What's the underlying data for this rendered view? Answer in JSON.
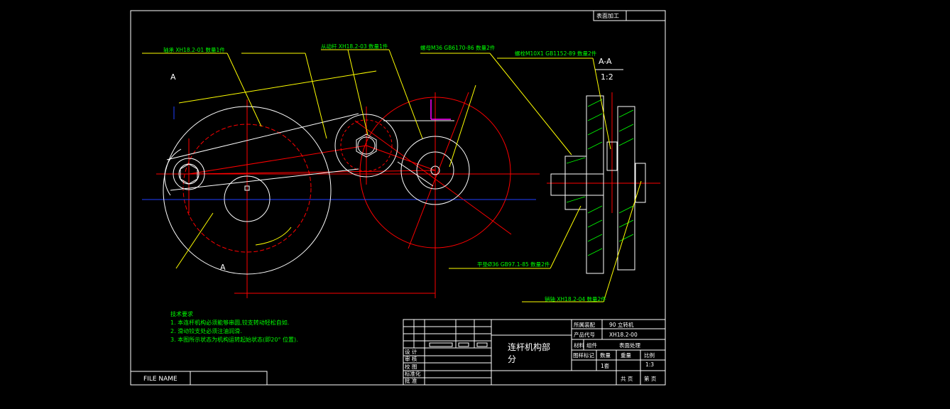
{
  "drawing": {
    "surface_label": "表面加工",
    "section_label": "A-A",
    "section_scale": "1:2",
    "view_marker_a": "A",
    "file_label": "FILE NAME",
    "callouts": {
      "c1": "轴承 XH18.2-01 数量1件",
      "c2": "从动杆 XH18.2-03 数量1件",
      "c3": "螺母M36 GB6170-86 数量2件",
      "c4": "螺栓M10X1 GB1152-89 数量2件",
      "c5": "平垫Ø36 GB97.1-85 数量2件",
      "c6": "销轴 XH18.2-04 数量2件"
    },
    "tech": {
      "title": "技术要求",
      "line1": "1. 本连杆机构必须能够串圆,铰支转动轻松自如.",
      "line2": "2. 滑动铰支处必须注油润滑.",
      "line3": "3. 本图所示状态为机构运转起始状态(即20° 位置)."
    },
    "title_block": {
      "name_line1": "连杆机构部",
      "name_line2": "分",
      "belongs_label": "所属装配",
      "belongs_value": "90 立转机",
      "product_code_label": "产品代号",
      "product_code_value": "XH18.2-00",
      "material_label": "材料",
      "material_value": "组件",
      "surface_treatment": "表面处理",
      "hardness_label": "图样标记",
      "qty_label": "数量",
      "weight_label": "重量",
      "scale_label": "比例",
      "qty_value": "1套",
      "scale_value": "1:3",
      "design": "设 计",
      "draw": "审 核",
      "check": "校 图",
      "standard": "标准化",
      "approve": "批 准",
      "total_sheets": "共 页",
      "sheet_no": "第 页"
    }
  },
  "colors": {
    "background": "#000000",
    "frame": "#ffffff",
    "part": "#ffffff",
    "center_line": "#ff0000",
    "leader": "#ffff00",
    "callout_text": "#00ff00",
    "dimension": "#0000ff",
    "hatch": "#00ff00",
    "marker": "#ff00ff"
  }
}
